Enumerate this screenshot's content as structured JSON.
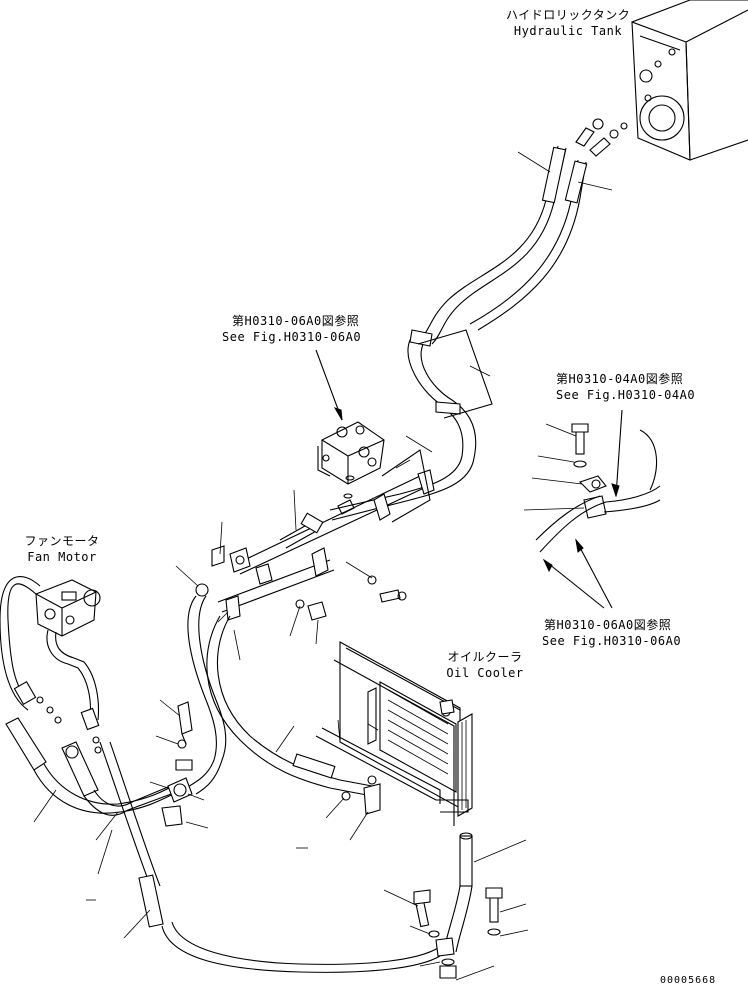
{
  "labels": {
    "hydraulic_tank_jp": "ハイドロリックタンク",
    "hydraulic_tank_en": "Hydraulic Tank",
    "ref_0610_jp": "第H0310-06A0図参照",
    "ref_0610_en": "See Fig.H0310-06A0",
    "ref_0410_jp": "第H0310-04A0図参照",
    "ref_0410_en": "See Fig.H0310-04A0",
    "fan_motor_jp": "ファンモータ",
    "fan_motor_en": "Fan Motor",
    "ref_0610b_jp": "第H0310-06A0図参照",
    "ref_0610b_en": "See Fig.H0310-06A0",
    "oil_cooler_jp": "オイルクーラ",
    "oil_cooler_en": "Oil Cooler",
    "drawing_no": "00005668"
  }
}
